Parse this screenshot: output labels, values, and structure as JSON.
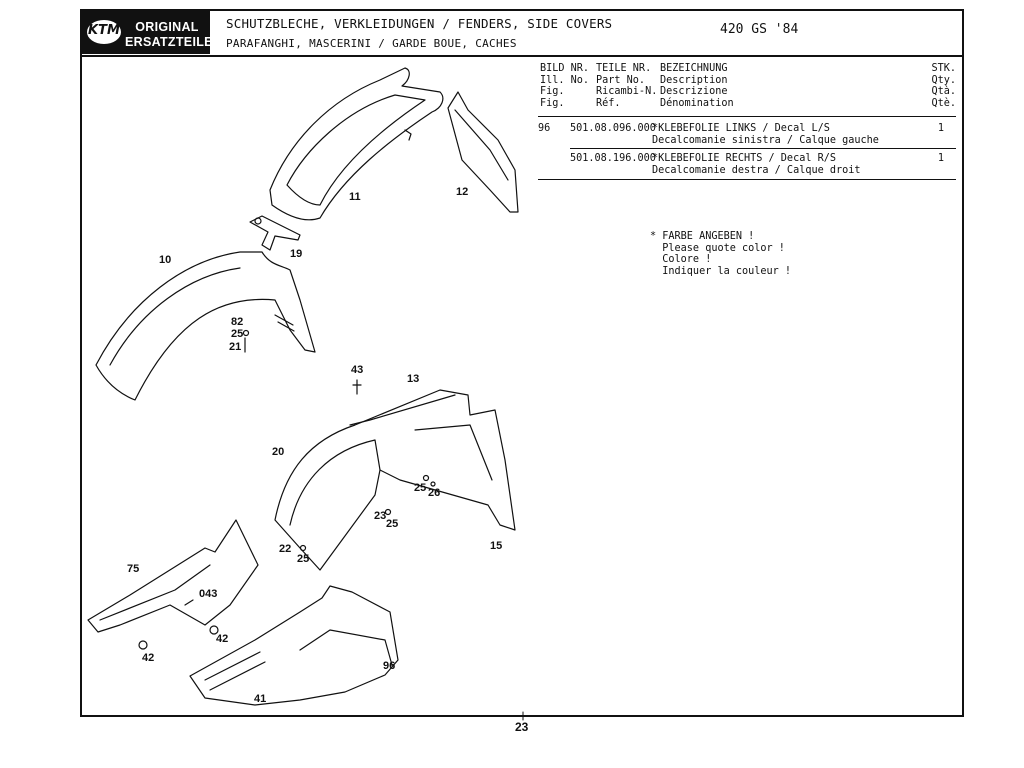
{
  "logo": {
    "line1": "ORIGINAL",
    "line2": "ERSATZTEILE",
    "mark": "KTM"
  },
  "header": {
    "title_line1": "SCHUTZBLECHE, VERKLEIDUNGEN / FENDERS, SIDE COVERS",
    "title_line2": "PARAFANGHI, MASCERINI / GARDE BOUE, CACHES",
    "model": "420 GS '84"
  },
  "table": {
    "header_rows": [
      [
        "BILD NR.",
        "TEILE NR.",
        "BEZEICHNUNG",
        "STK."
      ],
      [
        "Ill. No.",
        "Part No.",
        "Description",
        "Qty."
      ],
      [
        "Fig.",
        "Ricambi-N.",
        "Descrizione",
        "Qtà."
      ],
      [
        "Fig.",
        "Réf.",
        "Dénomination",
        "Qtè."
      ]
    ],
    "rows": [
      {
        "fig": "96",
        "part": "501.08.096.000",
        "desc1": "*KLEBEFOLIE LINKS / Decal L/S",
        "desc2": "Decalcomanie sinistra / Calque gauche",
        "qty": "1"
      },
      {
        "fig": "",
        "part": "501.08.196.000",
        "desc1": "*KLEBEFOLIE RECHTS / Decal R/S",
        "desc2": "Decalcomanie destra / Calque droit",
        "qty": "1"
      }
    ]
  },
  "note": "* FARBE ANGEBEN !\n  Please quote color !\n  Colore !\n  Indiquer la couleur !",
  "callouts": [
    "11",
    "12",
    "19",
    "10",
    "82",
    "25",
    "21",
    "43",
    "13",
    "20",
    "25",
    "26",
    "23",
    "25",
    "22",
    "25",
    "15",
    "75",
    "043",
    "42",
    "42",
    "96",
    "41"
  ],
  "page_number": "23"
}
